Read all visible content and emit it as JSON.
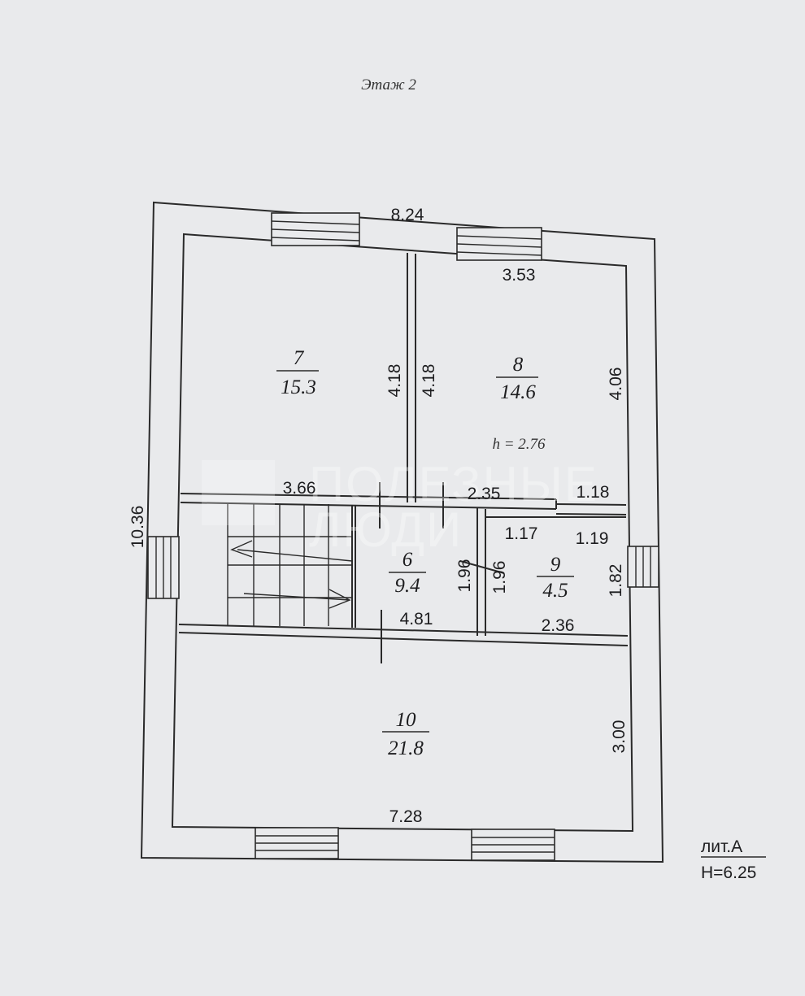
{
  "floor_title": "Этаж 2",
  "overall": {
    "width": "8.24",
    "height": "10.36"
  },
  "rooms": [
    {
      "number": "7",
      "area": "15.3"
    },
    {
      "number": "8",
      "area": "14.6"
    },
    {
      "number": "6",
      "area": "9.4"
    },
    {
      "number": "9",
      "area": "4.5"
    },
    {
      "number": "10",
      "area": "21.8"
    }
  ],
  "room8_height": "h = 2.76",
  "dimensions": {
    "r7_left": "4.18",
    "r7_bottom": "3.66",
    "r8_left": "4.18",
    "r8_top": "3.53",
    "r8_right": "4.06",
    "corr_a": "2.35",
    "corr_b": "1.18",
    "r9_top_a": "1.17",
    "r9_top_b": "1.19",
    "r6_right": "1.96",
    "r9_left": "1.96",
    "r9_right": "1.82",
    "r6_bottom": "4.81",
    "r9_bottom": "2.36",
    "r10_right": "3.00",
    "r10_bottom": "7.28"
  },
  "building": {
    "litera": "лит.А",
    "height": "H=6.25"
  },
  "watermark": {
    "line1": "ПОЛЕЗНЫЕ",
    "line2": "ЛЮДИ"
  }
}
